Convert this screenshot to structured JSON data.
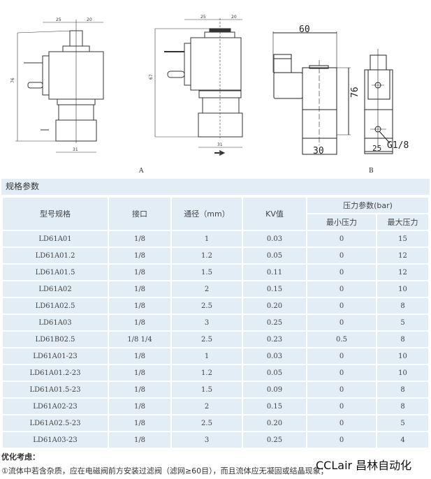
{
  "drawings": {
    "a": {
      "label": "A",
      "dim_top_left": "25",
      "dim_top_right": "20",
      "dim_height_left": "76",
      "dim_bottom_left": "31",
      "dim_height_right": "67",
      "dim_bottom_right": "31"
    },
    "b": {
      "label": "B",
      "dim_width": "60",
      "dim_height": "76",
      "dim_bottom": "30",
      "dim_bottom_right": "25",
      "thread": "G1/8"
    }
  },
  "section_title": "规格参数",
  "table": {
    "headers": {
      "model": "型号规格",
      "port": "接口",
      "orifice": "通径（mm）",
      "kv": "KV值",
      "pressure": "压力参数(bar)",
      "min": "最小压力",
      "max": "最大压力"
    },
    "rows": [
      [
        "LD61A01",
        "1/8",
        "1",
        "0.03",
        "0",
        "15"
      ],
      [
        "LD61A01.2",
        "1/8",
        "1.2",
        "0.05",
        "0",
        "12"
      ],
      [
        "LD61A01.5",
        "1/8",
        "1.5",
        "0.11",
        "0",
        "12"
      ],
      [
        "LD61A02",
        "1/8",
        "2",
        "0.15",
        "0",
        "10"
      ],
      [
        "LD61A02.5",
        "1/8",
        "2.5",
        "0.20",
        "0",
        "8"
      ],
      [
        "LD61A03",
        "1/8",
        "3",
        "0.25",
        "0",
        "5"
      ],
      [
        "LD61B02.5",
        "1/8 1/4",
        "2.5",
        "0.23",
        "0.5",
        "8"
      ],
      [
        "LD61A01-23",
        "1/8",
        "1",
        "0.03",
        "0",
        "10"
      ],
      [
        "LD61A01.2-23",
        "1/8",
        "1.2",
        "0.05",
        "0",
        "10"
      ],
      [
        "LD61A01.5-23",
        "1/8",
        "1.5",
        "0.09",
        "0",
        "8"
      ],
      [
        "LD61A02-23",
        "1/8",
        "2",
        "0.15",
        "0",
        "8"
      ],
      [
        "LD61A02.5-23",
        "1/8",
        "2.5",
        "0.20",
        "0",
        "5"
      ],
      [
        "LD61A03-23",
        "1/8",
        "3",
        "0.25",
        "0",
        "4"
      ]
    ]
  },
  "optimization_title": "优化考虑：",
  "note_1": "①流体中若含杂质，应在电磁阀前方安装过滤阀（滤网≥60目），而且流体应无凝固或结晶现象；",
  "watermark": "CCLair 昌林自动化"
}
